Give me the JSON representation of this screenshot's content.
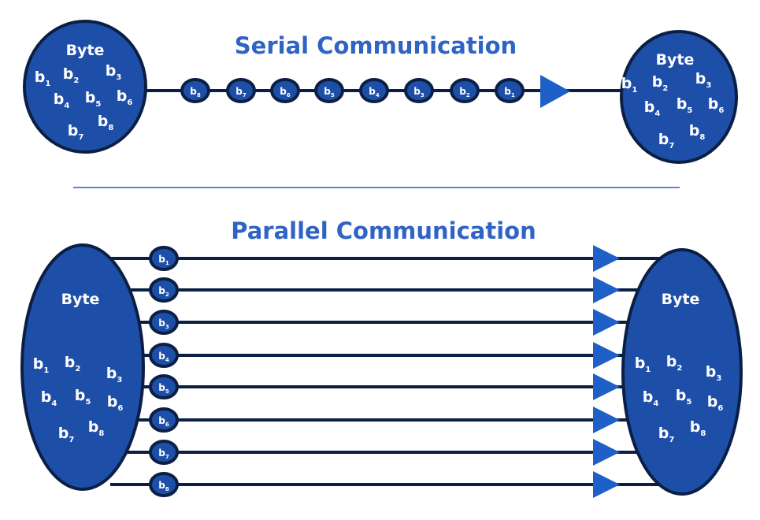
{
  "serial": {
    "title": "Serial Communication",
    "byte_label": "Byte",
    "bits": [
      "b1",
      "b2",
      "b3",
      "b4",
      "b5",
      "b6",
      "b7",
      "b8"
    ],
    "beads": [
      "b8",
      "b7",
      "b6",
      "b5",
      "b4",
      "b3",
      "b2",
      "b1"
    ]
  },
  "parallel": {
    "title": "Parallel Communication",
    "byte_label": "Byte",
    "bits": [
      "b1",
      "b2",
      "b3",
      "b4",
      "b5",
      "b6",
      "b7",
      "b8"
    ],
    "beads": [
      "b1",
      "b2",
      "b3",
      "b4",
      "b5",
      "b6",
      "b7",
      "b8"
    ]
  },
  "colors": {
    "blob_fill": "#1e4fa8",
    "outline": "#0b1f45",
    "title": "#2f63c4",
    "arrow": "#1e5fc8",
    "divider": "#5b86d6"
  }
}
